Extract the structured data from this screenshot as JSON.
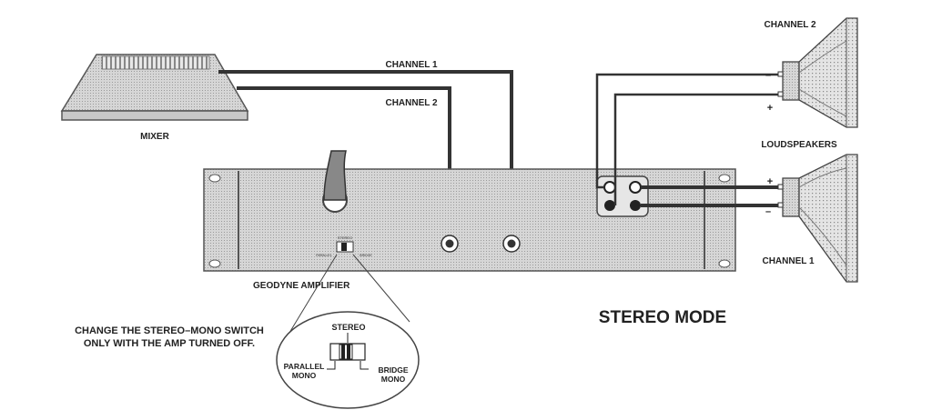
{
  "labels": {
    "channel1_wire": "CHANNEL 1",
    "channel2_wire": "CHANNEL 2",
    "mixer": "MIXER",
    "amplifier": "GEODYNE AMPLIFIER",
    "loudspeakers": "LOUDSPEAKERS",
    "channel2_speaker": "CHANNEL 2",
    "channel1_speaker": "CHANNEL 1",
    "mode": "STEREO MODE",
    "note_line1": "CHANGE THE STEREO–MONO SWITCH",
    "note_line2": "ONLY WITH THE AMP TURNED OFF.",
    "switch_stereo": "STEREO",
    "switch_parallel_1": "PARALLEL",
    "switch_parallel_2": "MONO",
    "switch_bridge_1": "BRIDGE",
    "switch_bridge_2": "MONO",
    "plus": "+",
    "minus": "–"
  },
  "colors": {
    "ink": "#333333",
    "panel": "#d9d9d9",
    "panel_edge": "#555555"
  }
}
